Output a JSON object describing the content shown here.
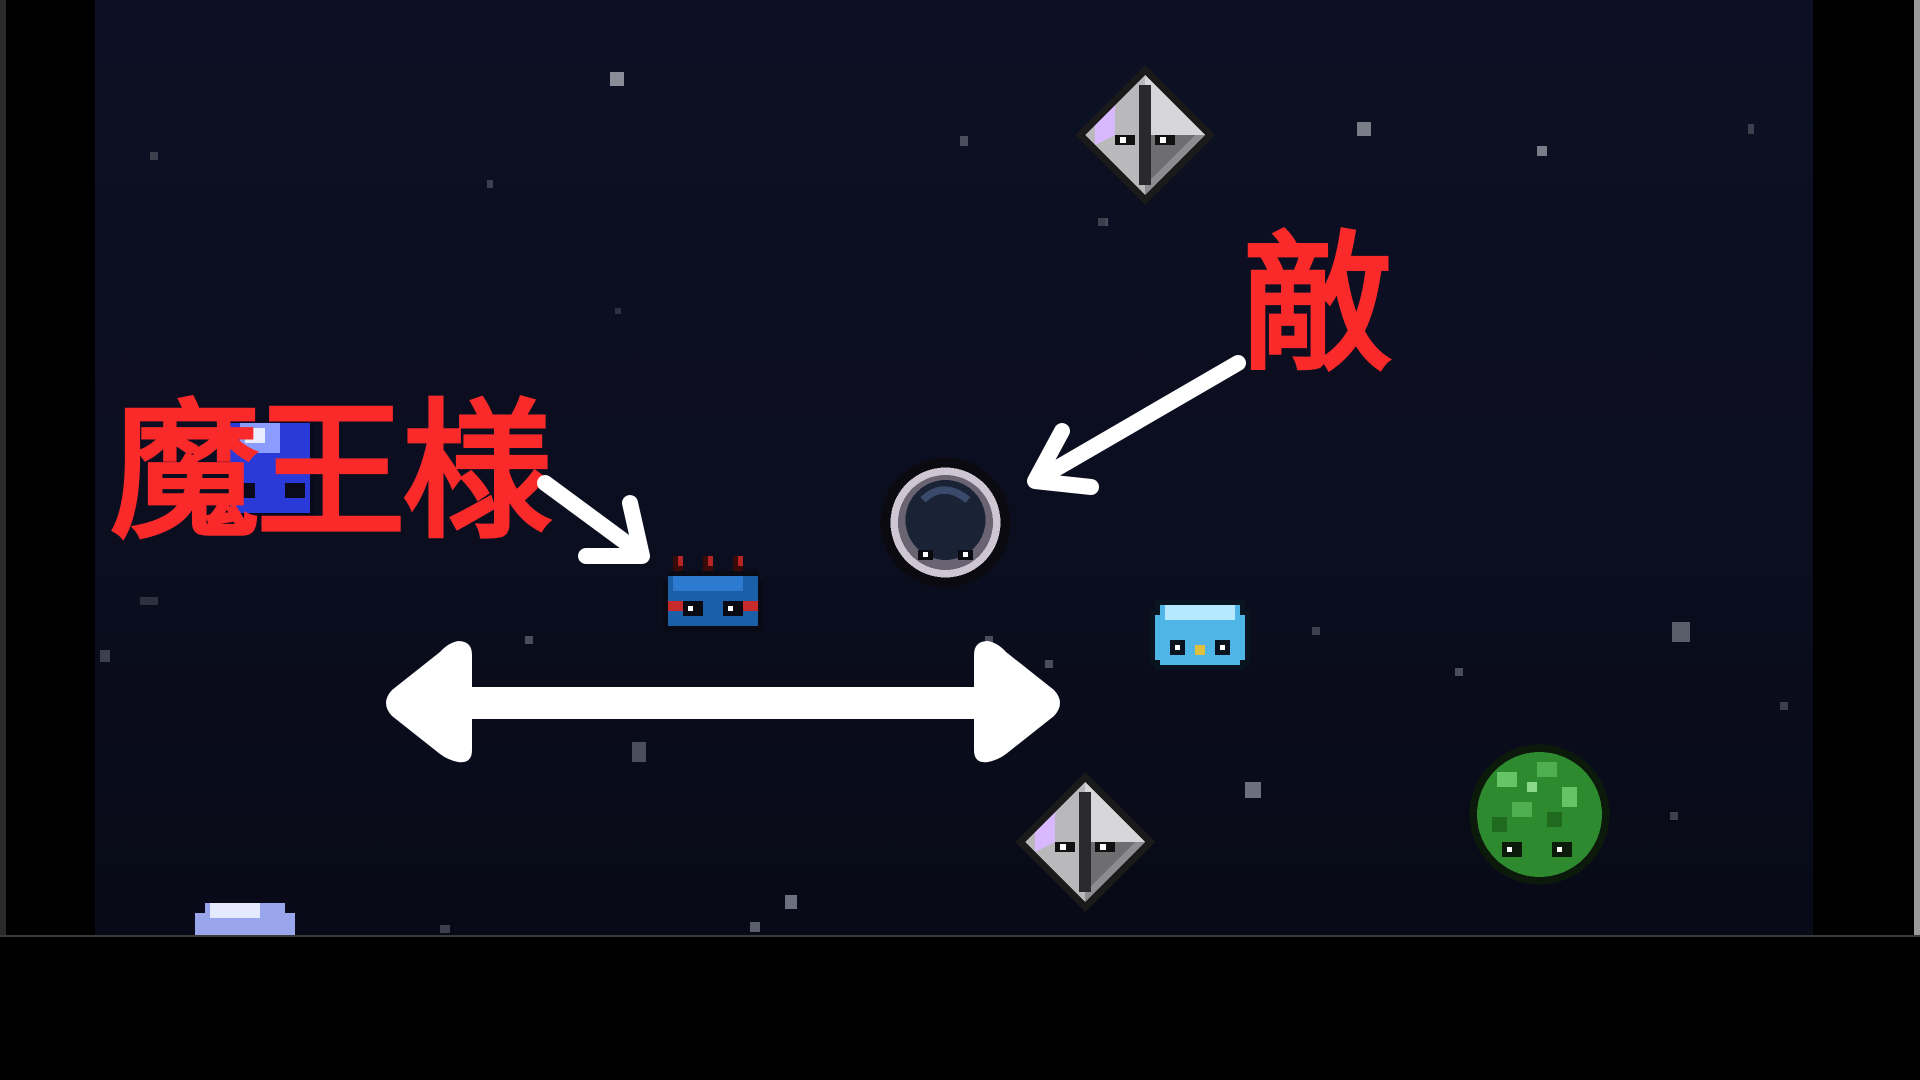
{
  "labels": {
    "demon_lord": "魔王様",
    "enemy": "敵"
  },
  "colors": {
    "label_red": "#fb2a2a",
    "arrow_white": "#ffffff",
    "space_background": "#0b0e1f",
    "frame_black": "#000000"
  },
  "sprites": [
    "demon-lord-blue-slime",
    "enemy-dark-orb",
    "crystal-enemy",
    "light-blue-slime",
    "green-slime",
    "blue-slime-behind-label",
    "partial-slime-bottom"
  ],
  "annotations": [
    "pointer-arrow-to-demon-lord",
    "pointer-arrow-to-enemy",
    "double-headed-movement-arrow"
  ]
}
